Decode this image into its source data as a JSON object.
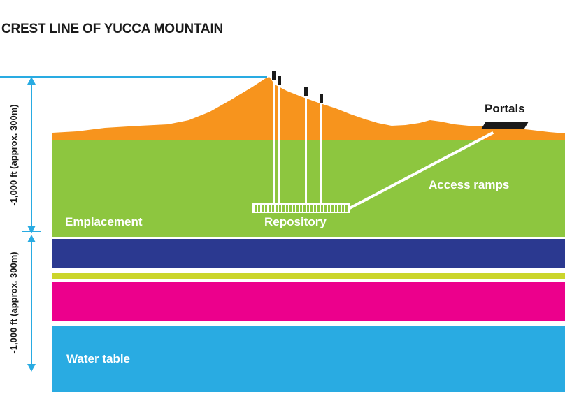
{
  "title": "CREST LINE OF YUCCA MOUNTAIN",
  "annotations": {
    "depth_upper": "-1,000 ft (approx. 300m)",
    "depth_lower": "-1,000 ft (approx. 300m)"
  },
  "diagram": {
    "portals_label": "Portals",
    "access_ramps_label": "Access ramps",
    "emplacement_label": "Emplacement",
    "repository_label": "Repository",
    "water_table_label": "Water table"
  },
  "colors": {
    "mountain": "#F7941D",
    "emplacement_layer": "#8DC63F",
    "deep_rock_layer": "#2B3990",
    "tuff_stripe": "#CBD52B",
    "lower_layer": "#EC008C",
    "water_table_layer": "#29ABE2",
    "annotation_blue": "#29ABE2",
    "ink": "#1A1A1A",
    "white": "#FFFFFF"
  }
}
